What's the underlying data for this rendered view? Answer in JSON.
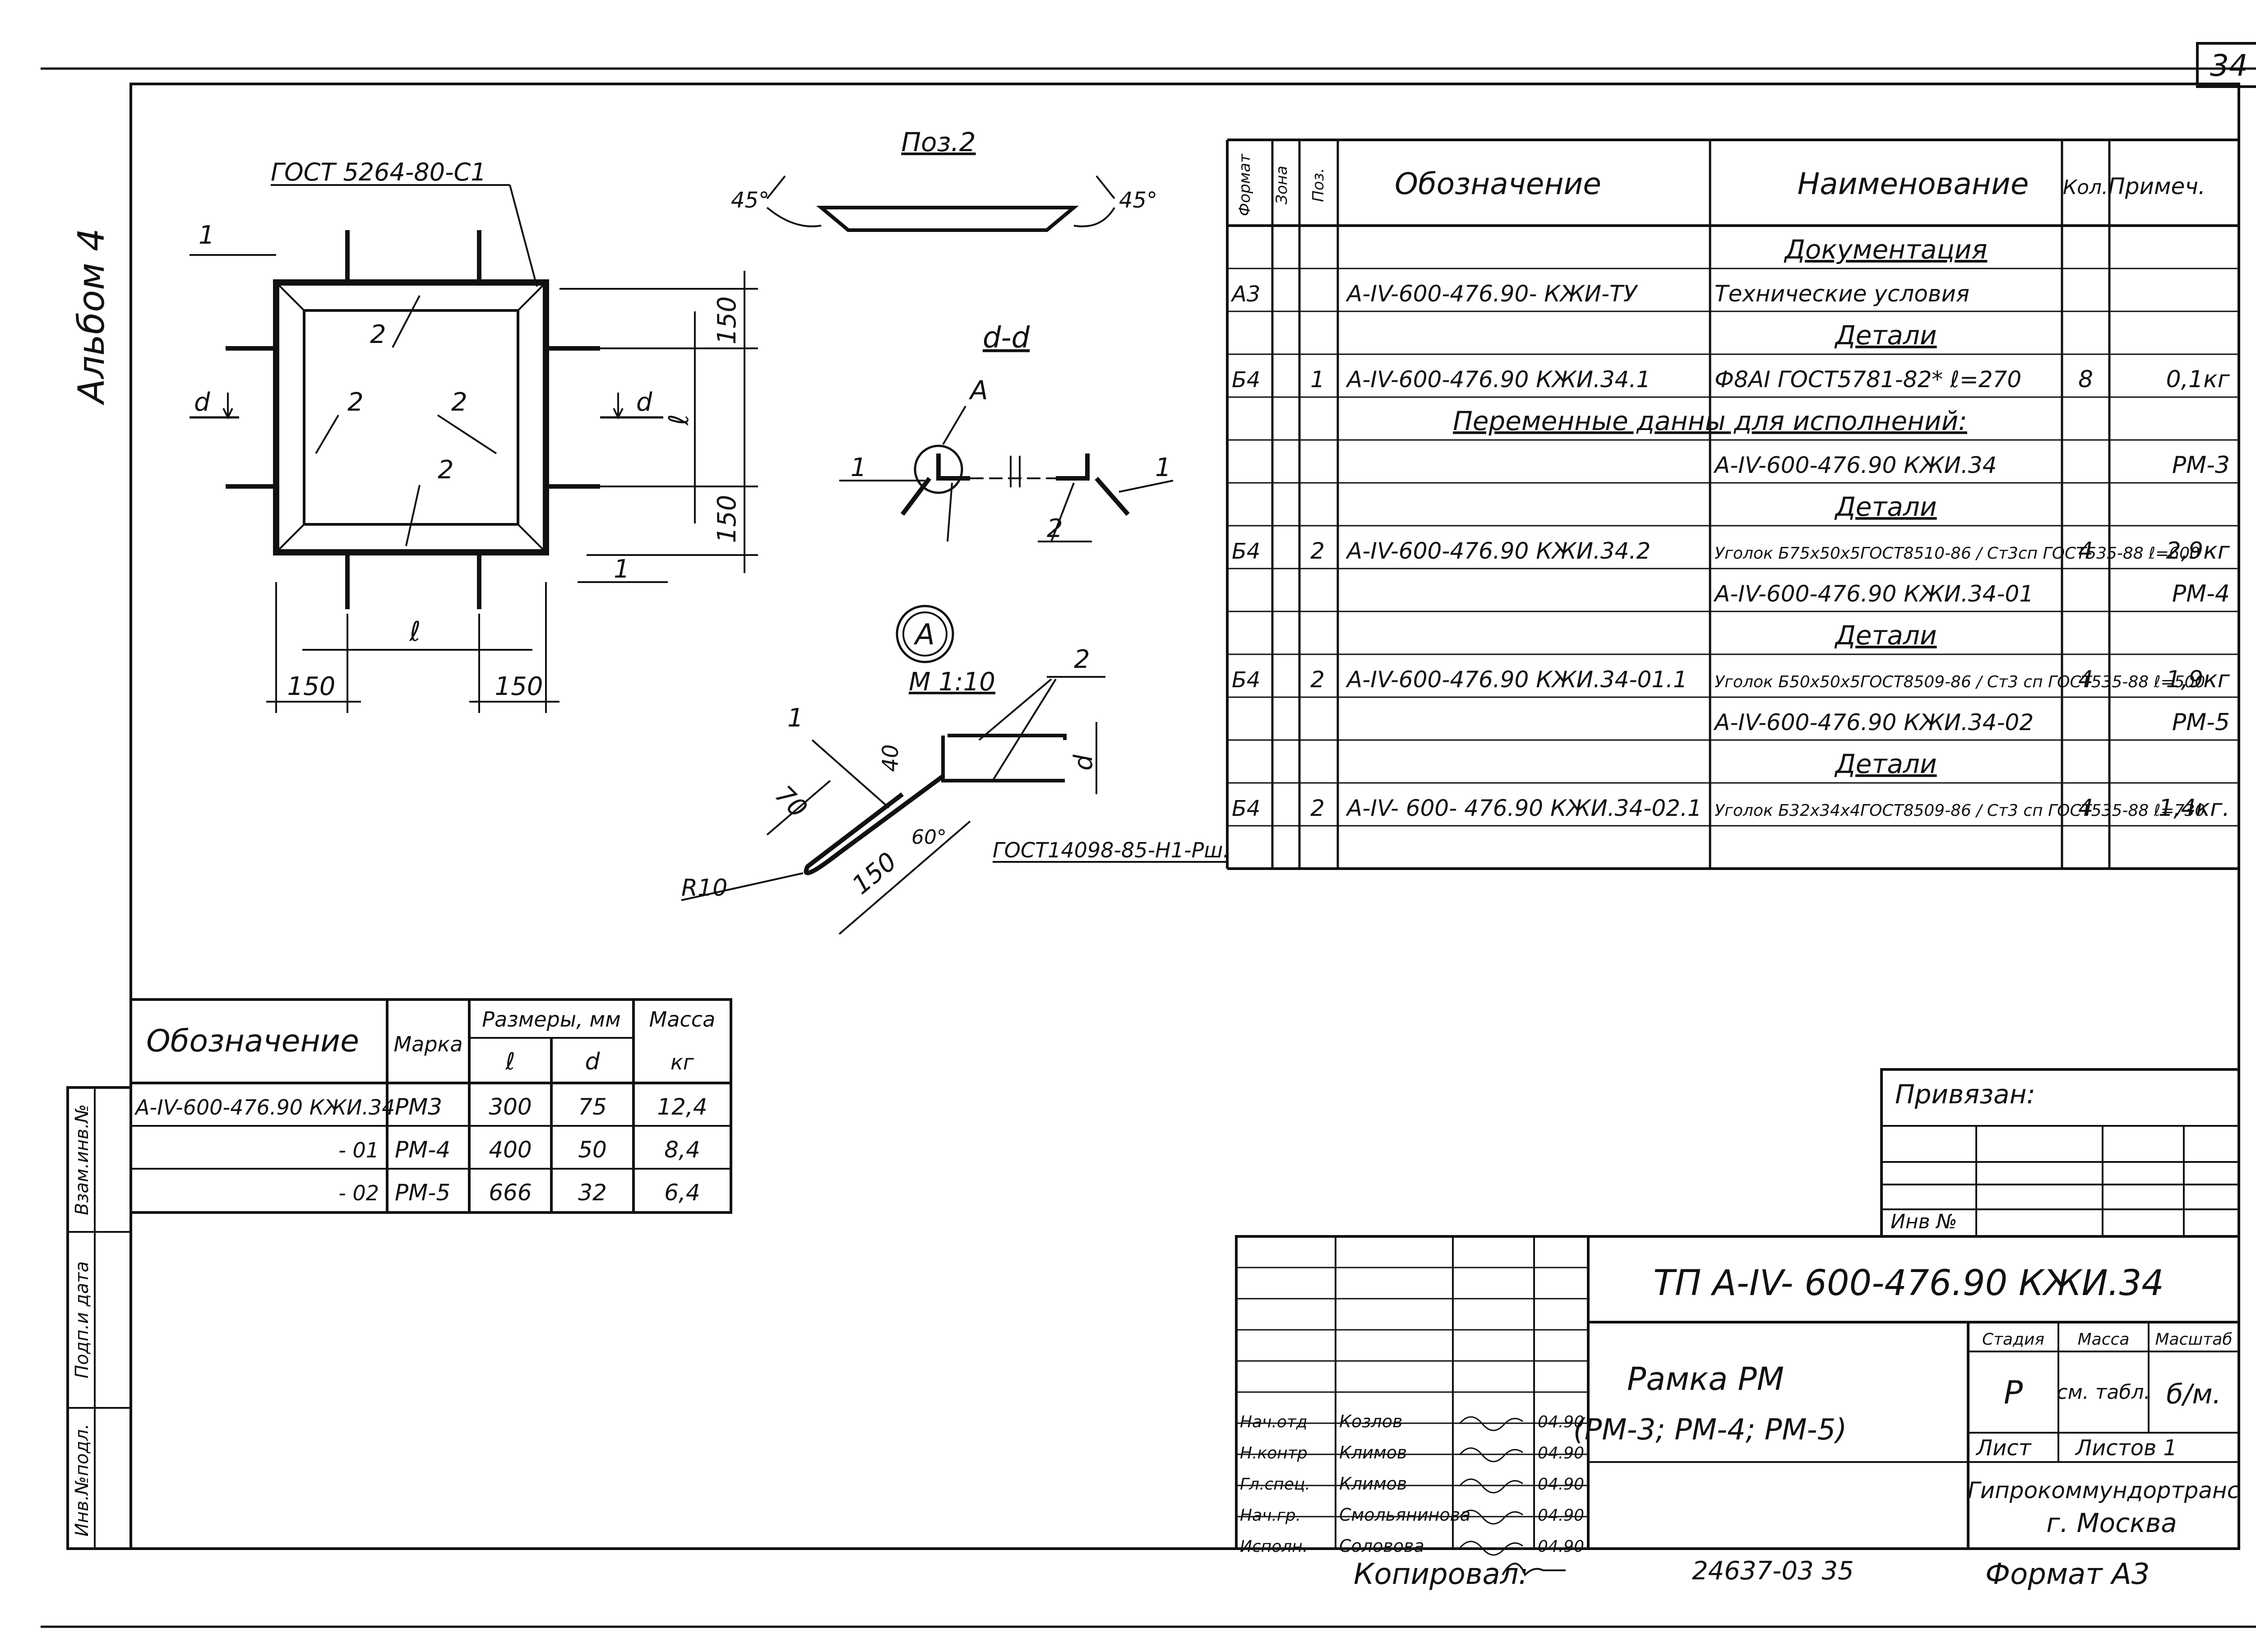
{
  "sheet_number": "34",
  "album_label": "Альбом 4",
  "side_stamp": {
    "inv_podl": "Инв.№подл.",
    "podp_data": "Подп.и дата",
    "vzam_inv": "Взам.инв.№"
  },
  "drawing": {
    "gost_weld": "ГОСТ 5264-80-С1",
    "pos2_title": "Поз.2",
    "angle_left": "45°",
    "angle_right": "45°",
    "section_title": "d-d",
    "node_label": "А",
    "node_scale": "М 1:10",
    "gost_weld_2": "ГОСТ14098-85-Н1-Рш.",
    "dim_150": "150",
    "dim_l": "ℓ",
    "dim_d": "d",
    "dim_70": "70",
    "dim_40": "40",
    "dim_60": "60°",
    "r10": "R10",
    "pos1": "1",
    "pos2": "2"
  },
  "spec": {
    "headers": {
      "format": "Формат",
      "zone": "Зона",
      "pos": "Поз.",
      "designation": "Обозначение",
      "name": "Наименование",
      "qty": "Кол.",
      "note": "Примеч."
    },
    "rows": [
      {
        "format": "",
        "pos": "",
        "designation": "",
        "name": "Документация",
        "qty": "",
        "note": ""
      },
      {
        "format": "А3",
        "pos": "",
        "designation": "А-IV-600-476.90- КЖИ-ТУ",
        "name": "Технические условия",
        "qty": "",
        "note": ""
      },
      {
        "format": "",
        "pos": "",
        "designation": "",
        "name": "Детали",
        "qty": "",
        "note": ""
      },
      {
        "format": "Б4",
        "pos": "1",
        "designation": "А-IV-600-476.90    КЖИ.34.1",
        "name": "Ф8АI ГОСТ5781-82* ℓ=270",
        "qty": "8",
        "note": "0,1кг"
      },
      {
        "format": "",
        "pos": "",
        "designation": "",
        "name": "Переменные данны для исполнений:",
        "qty": "",
        "note": ""
      },
      {
        "format": "",
        "pos": "",
        "designation": "",
        "name": "А-IV-600-476.90  КЖИ.34",
        "qty": "",
        "note": "РМ-3"
      },
      {
        "format": "",
        "pos": "",
        "designation": "",
        "name": "Детали",
        "qty": "",
        "note": ""
      },
      {
        "format": "Б4",
        "pos": "2",
        "designation": "А-IV-600-476.90    КЖИ.34.2",
        "name": "Уголок Б75х50х5ГОСТ8510-86 / Ст3сп ГОСТ535-88 ℓ=600",
        "qty": "4",
        "note": "2,9кг"
      },
      {
        "format": "",
        "pos": "",
        "designation": "",
        "name": "А-IV-600-476.90  КЖИ.34-01",
        "qty": "",
        "note": "РМ-4"
      },
      {
        "format": "",
        "pos": "",
        "designation": "",
        "name": "Детали",
        "qty": "",
        "note": ""
      },
      {
        "format": "Б4",
        "pos": "2",
        "designation": "А-IV-600-476.90    КЖИ.34-01.1",
        "name": "Уголок Б50х50х5ГОСТ8509-86 / Ст3 сп ГОСТ535-88 ℓ=500",
        "qty": "4",
        "note": "1,9кг"
      },
      {
        "format": "",
        "pos": "",
        "designation": "",
        "name": "А-IV-600-476.90 КЖИ.34-02",
        "qty": "",
        "note": "РМ-5"
      },
      {
        "format": "",
        "pos": "",
        "designation": "",
        "name": "Детали",
        "qty": "",
        "note": ""
      },
      {
        "format": "Б4",
        "pos": "2",
        "designation": "А-IV- 600- 476.90   КЖИ.34-02.1",
        "name": "Уголок Б32х34х4ГОСТ8509-86 / Ст3 сп ГОСТ535-88 ℓ=730",
        "qty": "4",
        "note": "1,4кг."
      }
    ]
  },
  "variants": {
    "headers": {
      "designation": "Обозначение",
      "mark": "Марка",
      "dims": "Размеры, мм",
      "l": "ℓ",
      "d": "d",
      "mass": "Масса",
      "mass_unit": "кг"
    },
    "rows": [
      {
        "designation": "А-IV-600-476.90 КЖИ.34",
        "mark": "РМ3",
        "l": "300",
        "d": "75",
        "mass": "12,4"
      },
      {
        "designation": "- 01",
        "mark": "РМ-4",
        "l": "400",
        "d": "50",
        "mass": "8,4"
      },
      {
        "designation": "- 02",
        "mark": "РМ-5",
        "l": "666",
        "d": "32",
        "mass": "6,4"
      }
    ]
  },
  "privyazan": {
    "label": "Привязан:",
    "inv": "Инв №"
  },
  "title_block": {
    "code": "ТП  А-IV- 600-476.90    КЖИ.34",
    "name_line1": "Рамка РМ",
    "name_line2": "(РМ-3; РМ-4; РМ-5)",
    "stage_h": "Стадия",
    "mass_h": "Масса",
    "scale_h": "Масштаб",
    "stage": "Р",
    "mass": "см. табл.",
    "scale": "б/м.",
    "sheet_h": "Лист",
    "sheets_h": "Листов 1",
    "org_line1": "Гипрокоммундортранс",
    "org_line2": "г. Москва",
    "people": [
      {
        "role": "Нач.отд",
        "name": "Козлов",
        "date": "04.90"
      },
      {
        "role": "Н.контр",
        "name": "Климов",
        "date": "04.90"
      },
      {
        "role": "Гл.спец.",
        "name": "Климов",
        "date": "04.90"
      },
      {
        "role": "Нач.гр.",
        "name": "Смольянинова",
        "date": "04.90"
      },
      {
        "role": "Исполн.",
        "name": "Соловова",
        "date": "04.90"
      }
    ]
  },
  "footer": {
    "copied": "Копировал:",
    "doc_no": "24637-03  35",
    "format": "Формат А3"
  }
}
